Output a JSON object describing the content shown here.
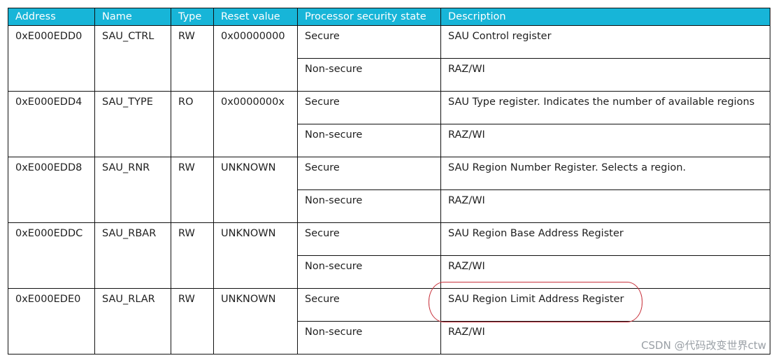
{
  "headers": [
    "Address",
    "Name",
    "Type",
    "Reset value",
    "Processor security state",
    "Description"
  ],
  "registers": [
    {
      "address": "0xE000EDD0",
      "name": "SAU_CTRL",
      "type": "RW",
      "reset": "0x00000000",
      "secure_state": "Secure",
      "secure_desc": "SAU Control register",
      "nonsecure_state": "Non-secure",
      "nonsecure_desc": "RAZ/WI"
    },
    {
      "address": "0xE000EDD4",
      "name": "SAU_TYPE",
      "type": "RO",
      "reset": "0x0000000x",
      "secure_state": "Secure",
      "secure_desc": "SAU Type register. Indicates the number of available regions",
      "nonsecure_state": "Non-secure",
      "nonsecure_desc": "RAZ/WI"
    },
    {
      "address": "0xE000EDD8",
      "name": "SAU_RNR",
      "type": "RW",
      "reset": "UNKNOWN",
      "secure_state": "Secure",
      "secure_desc": "SAU Region Number Register. Selects a region.",
      "nonsecure_state": "Non-secure",
      "nonsecure_desc": "RAZ/WI"
    },
    {
      "address": "0xE000EDDC",
      "name": "SAU_RBAR",
      "type": "RW",
      "reset": "UNKNOWN",
      "secure_state": "Secure",
      "secure_desc": "SAU Region Base Address Register",
      "nonsecure_state": "Non-secure",
      "nonsecure_desc": "RAZ/WI"
    },
    {
      "address": "0xE000EDE0",
      "name": "SAU_RLAR",
      "type": "RW",
      "reset": "UNKNOWN",
      "secure_state": "Secure",
      "secure_desc": "SAU Region Limit Address Register",
      "nonsecure_state": "Non-secure",
      "nonsecure_desc": "RAZ/WI"
    }
  ],
  "watermark": "CSDN @代码改变世界ctw",
  "colors": {
    "header_bg": "#17b5d8",
    "highlight": "#c8323c"
  }
}
